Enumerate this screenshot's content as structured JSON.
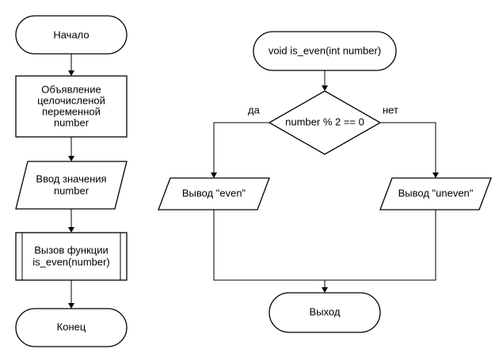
{
  "flowchart_main": {
    "start": "Начало",
    "declare": {
      "line1": "Объявление",
      "line2": "целочисленой",
      "line3": "переменной",
      "line4": "number"
    },
    "input": {
      "line1": "Ввод значения",
      "line2": "number"
    },
    "call": {
      "line1": "Вызов функции",
      "line2": "is_even(number)"
    },
    "end": "Конец"
  },
  "flowchart_function": {
    "start": "void is_even(int number)",
    "condition": "number % 2 == 0",
    "yes_label": "да",
    "no_label": "нет",
    "output_even": "Вывод \"even\"",
    "output_uneven": "Вывод \"uneven\"",
    "exit": "Выход"
  }
}
